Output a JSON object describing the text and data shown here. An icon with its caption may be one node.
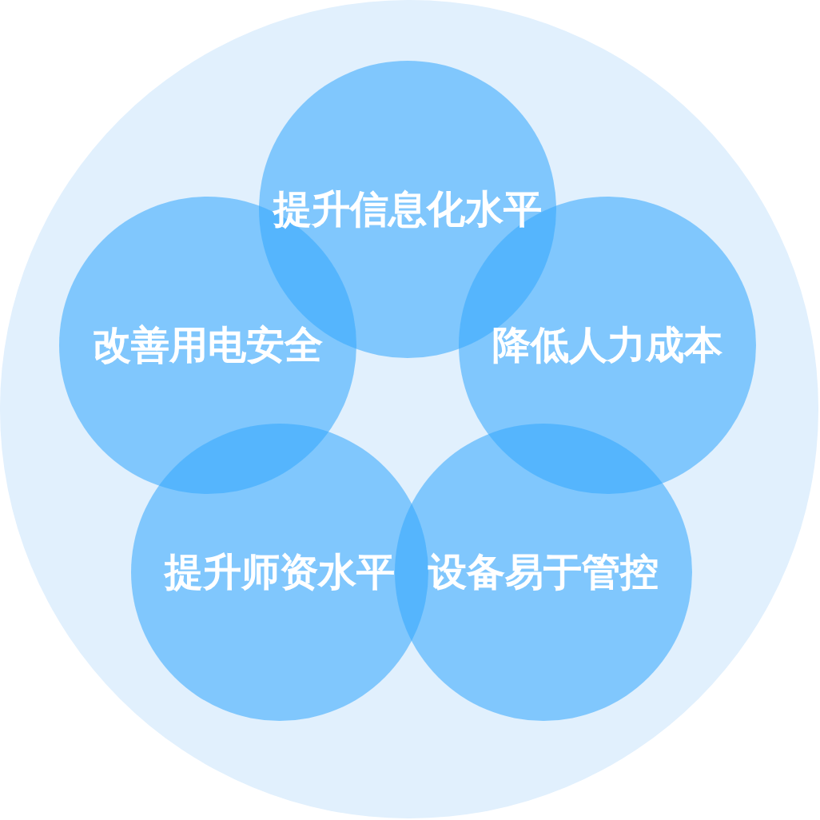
{
  "diagram": {
    "nodes": [
      {
        "text": [],
        "shape": "circle"
      },
      {
        "text": [
          "提升信息化水平"
        ],
        "in": 0
      },
      {
        "text": [
          "改善用电安全"
        ],
        "in": 0
      },
      {
        "text": [
          "降低人力成本"
        ],
        "in": 0
      },
      {
        "text": [
          "提升师资水平"
        ],
        "in": 0
      },
      {
        "text": [
          "设备易于管控"
        ],
        "in": 0
      }
    ]
  }
}
